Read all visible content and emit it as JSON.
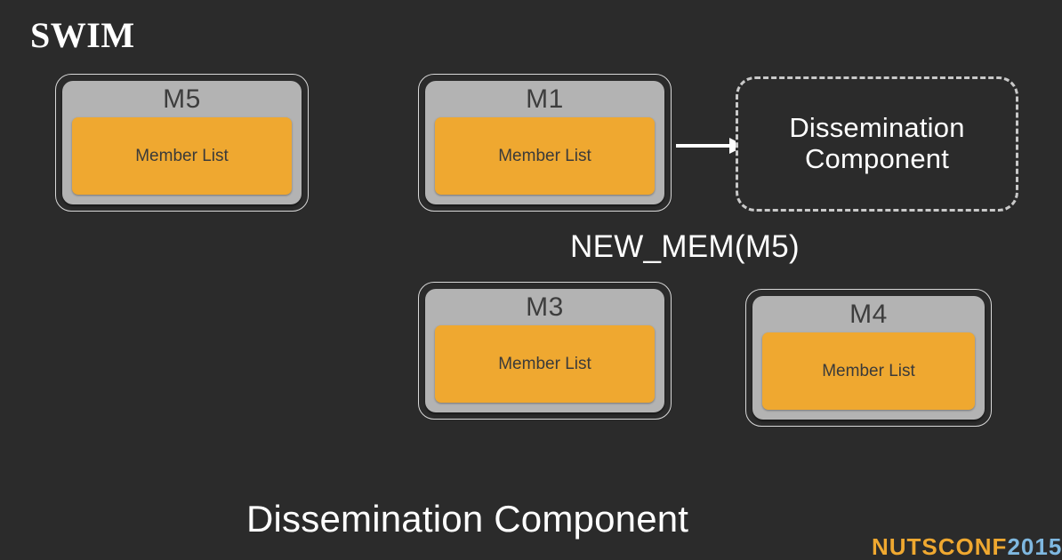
{
  "slide": {
    "title": "SWIM",
    "background_color": "#2b2b2b",
    "bottom_caption": "Dissemination Component"
  },
  "colors": {
    "background": "#2b2b2b",
    "node_fill": "#b3b3b3",
    "node_border": "#d8d8d8",
    "member_list_fill": "#efa830",
    "text_light": "#ffffff",
    "text_dark": "#3d3d3d",
    "dashed_border": "#c9c9c9"
  },
  "nodes": [
    {
      "id": "m5",
      "label": "M5",
      "member_list_label": "Member List"
    },
    {
      "id": "m1",
      "label": "M1",
      "member_list_label": "Member List"
    },
    {
      "id": "m3",
      "label": "M3",
      "member_list_label": "Member List"
    },
    {
      "id": "m4",
      "label": "M4",
      "member_list_label": "Member List"
    }
  ],
  "dissemination_component": {
    "line1": "Dissemination",
    "line2": "Component"
  },
  "message": {
    "label": "NEW_MEM(M5)"
  },
  "watermark": {
    "part_orange": "NUTS",
    "part_blue": "CONF",
    "part_orange2": "",
    "suffix": "2015"
  }
}
